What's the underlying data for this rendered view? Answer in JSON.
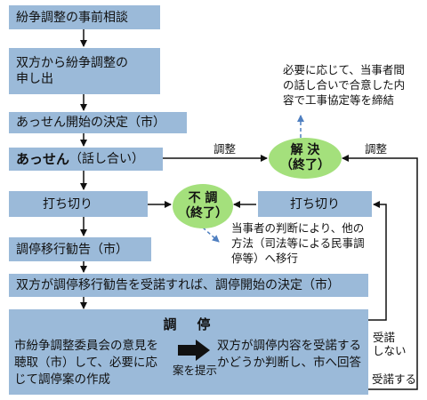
{
  "steps": {
    "prior_consult": "紛争調整の事前相談",
    "application": "双方から紛争調整の\n申し出",
    "mediation_decision": "あっせん開始の決定（市）",
    "mediation_bold": "あっせん",
    "mediation_rest": "（話し合い）",
    "cutoff_left": "打ち切り",
    "recommend": "調停移行勧告（市）",
    "accept_decision": "双方が調停移行勧告を受諾すれば、調停開始の決定（市）",
    "cutoff_right": "打ち切り"
  },
  "ellipses": {
    "resolved_line1": "解 決",
    "resolved_line2": "（終了）",
    "unresolved_line1": "不 調",
    "unresolved_line2": "（終了）"
  },
  "notes": {
    "agreement": "必要に応じて、当事者間\nの話し合いで合意した内\n容で工事協定等を締結",
    "transfer": "当事者の判断により、他の\n方法（司法等による民事調\n停等）へ移行"
  },
  "labels": {
    "adjust_left": "調整",
    "adjust_right": "調整",
    "not_accept": "受諾\nしない",
    "accept": "受諾する"
  },
  "chotei": {
    "title": "調　停",
    "left_text": "市紛争調整委員会の意見を聴取（市）して、必要に応じて調停案の作成",
    "present": "案を提示",
    "right_text": "双方が調停内容を受諾するかどうか判断し、市へ回答"
  }
}
